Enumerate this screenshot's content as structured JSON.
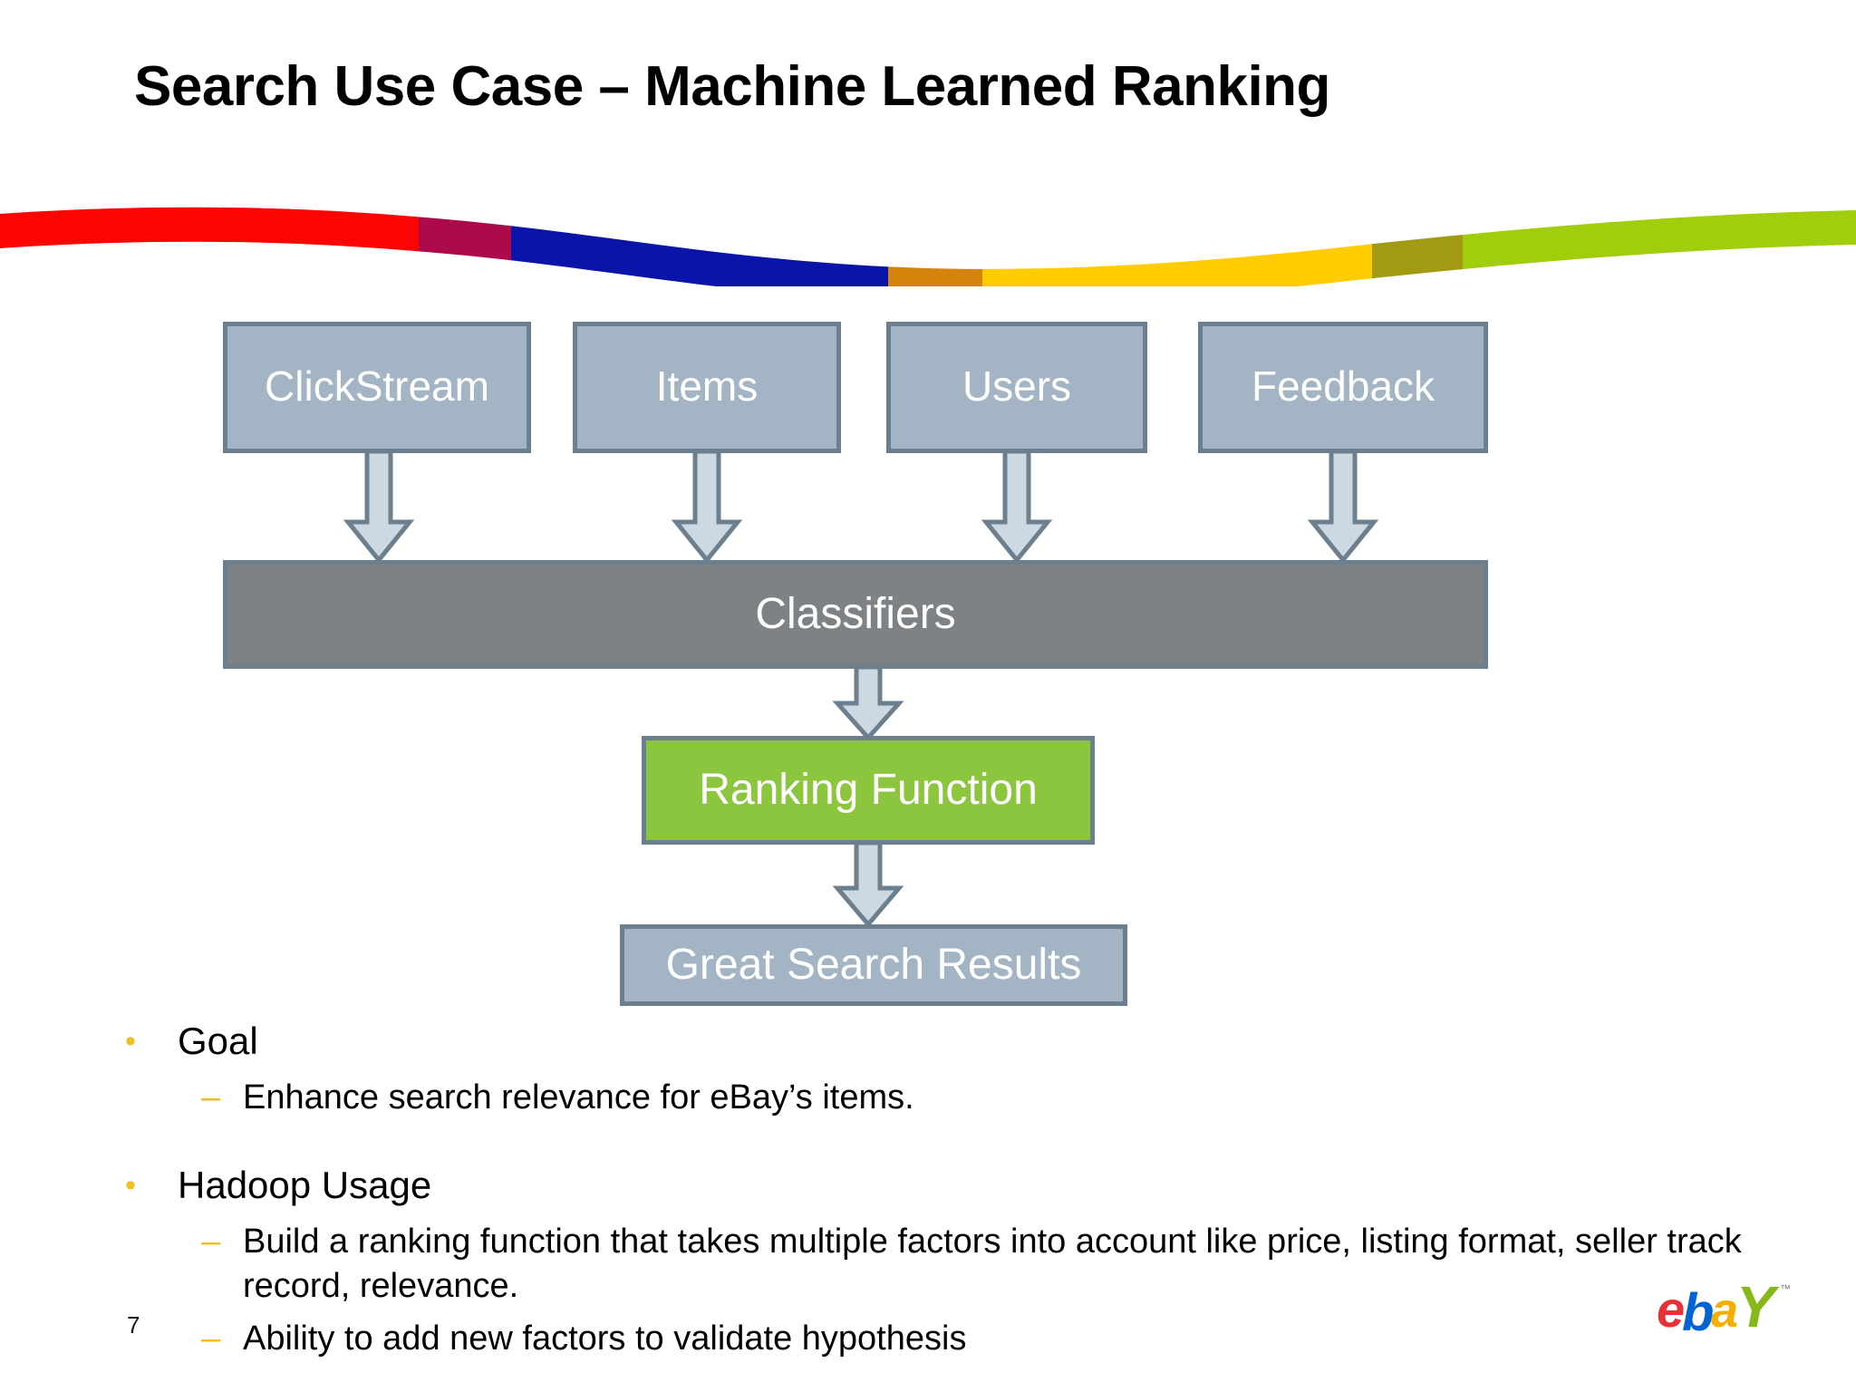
{
  "slide": {
    "title": "Search Use Case – Machine Learned Ranking",
    "page_number": "7",
    "background_color": "#ffffff"
  },
  "divider": {
    "name": "ebay-brand-wave",
    "segments": [
      {
        "color": "#fb0404",
        "label": "red"
      },
      {
        "color": "#ad0a4c",
        "label": "crimson"
      },
      {
        "color": "#0a14a8",
        "label": "blue"
      },
      {
        "color": "#d4830c",
        "label": "orange"
      },
      {
        "color": "#ffcc00",
        "label": "yellow"
      },
      {
        "color": "#a29a12",
        "label": "olive"
      },
      {
        "color": "#a1ce0c",
        "label": "green"
      }
    ]
  },
  "diagram": {
    "type": "flow",
    "sources": [
      {
        "id": "clickstream",
        "label": "ClickStream",
        "fill": "#a3b4c4",
        "border": "#6b7f8e",
        "text_color": "#ffffff"
      },
      {
        "id": "items",
        "label": "Items",
        "fill": "#a3b4c4",
        "border": "#6b7f8e",
        "text_color": "#ffffff"
      },
      {
        "id": "users",
        "label": "Users",
        "fill": "#a3b4c4",
        "border": "#6b7f8e",
        "text_color": "#ffffff"
      },
      {
        "id": "feedback",
        "label": "Feedback",
        "fill": "#a3b4c4",
        "border": "#6b7f8e",
        "text_color": "#ffffff"
      }
    ],
    "classifiers": {
      "id": "classifiers",
      "label": "Classifiers",
      "fill": "#7f8285",
      "border": "#6b7f8e",
      "text_color": "#ffffff"
    },
    "ranking": {
      "id": "ranking-function",
      "label": "Ranking Function",
      "fill": "#8cc63e",
      "border": "#6b7f8e",
      "text_color": "#ffffff"
    },
    "results": {
      "id": "great-search-results",
      "label": "Great Search Results",
      "fill": "#a3b4c4",
      "border": "#6b7f8e",
      "text_color": "#ffffff"
    },
    "arrow_style": {
      "fill": "#ccd8e2",
      "border": "#6b7f8e",
      "direction": "down"
    }
  },
  "bullets": {
    "marker_color": "#f0c020",
    "level1_marker": "•",
    "level2_marker": "–",
    "goal": {
      "label": "Goal",
      "items": [
        "Enhance search relevance for eBay’s items."
      ]
    },
    "hadoop": {
      "label": "Hadoop Usage",
      "items": [
        "Build a ranking function that takes multiple factors into account like price, listing format, seller track record, relevance.",
        "Ability to add new factors to validate hypothesis"
      ]
    }
  },
  "logo": {
    "name": "ebay-logo",
    "letters": [
      {
        "char": "e",
        "color": "#e53238"
      },
      {
        "char": "b",
        "color": "#0064d2"
      },
      {
        "char": "a",
        "color": "#f5af02"
      },
      {
        "char": "y",
        "color": "#86b817"
      }
    ]
  }
}
